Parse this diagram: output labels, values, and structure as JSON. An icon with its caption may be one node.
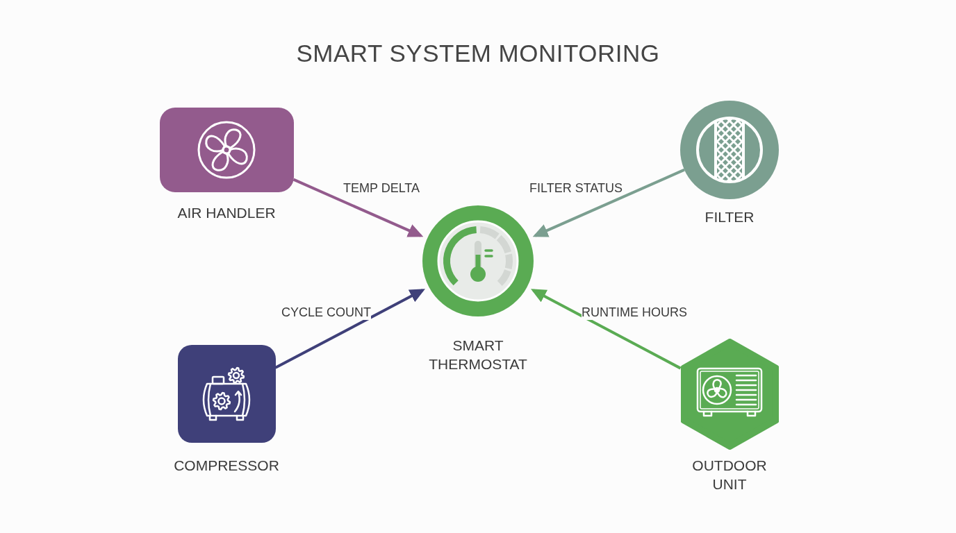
{
  "diagram": {
    "title": "SMART SYSTEM MONITORING",
    "nodes": [
      {
        "text": [
          "AIR HANDLER"
        ]
      },
      {
        "text": [
          "FILTER"
        ]
      },
      {
        "text": [
          "SMART THERMOSTAT"
        ]
      },
      {
        "text": [
          "COMPRESSOR"
        ]
      },
      {
        "text": [
          "OUTDOOR UNIT"
        ]
      }
    ],
    "edges": [
      {
        "from": 0,
        "to": 2,
        "arrow": "to",
        "label": "TEMP DELTA",
        "color": "#935b8d"
      },
      {
        "from": 1,
        "to": 2,
        "arrow": "to",
        "label": "FILTER STATUS",
        "color": "#7b9f90"
      },
      {
        "from": 3,
        "to": 2,
        "arrow": "to",
        "label": "CYCLE COUNT",
        "color": "#3f4079"
      },
      {
        "from": 4,
        "to": 2,
        "arrow": "to",
        "label": "RUNTIME HOURS",
        "color": "#5aab53"
      }
    ]
  }
}
